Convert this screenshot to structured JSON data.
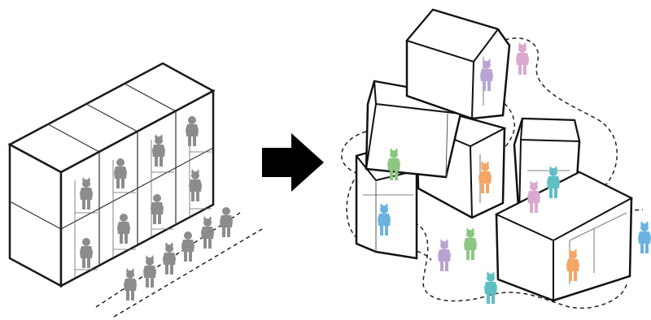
{
  "diagram": {
    "left_group": {
      "description_hidden": "",
      "module_rows": 2,
      "module_cols": 4,
      "figure_color": "#8c8c8c",
      "queue_count": 6
    },
    "arrow": {
      "icon": "right-arrow-icon",
      "color": "#000000"
    },
    "right_group": {
      "cluster_modules": 6,
      "path_style": "dashed",
      "figure_colors": {
        "purple": "#b9a3d3",
        "pink": "#dba8cf",
        "green": "#8dc682",
        "orange": "#f4a666",
        "blue": "#6ab3de",
        "teal": "#5ec0c3"
      }
    }
  }
}
